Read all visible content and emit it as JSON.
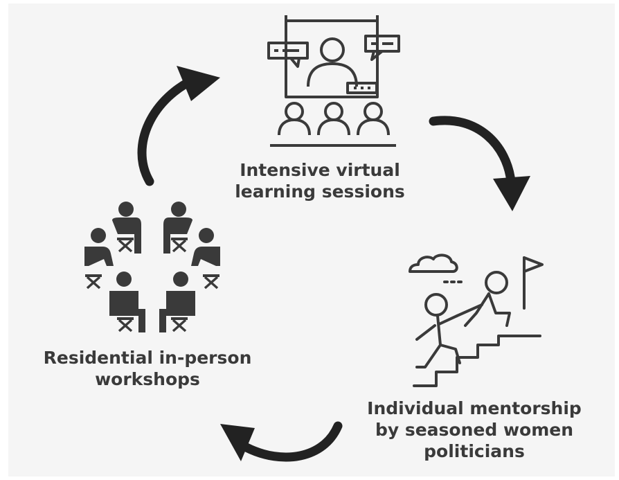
{
  "cycle": {
    "steps": [
      {
        "label_line1": "Intensive virtual",
        "label_line2": "learning sessions",
        "icon": "video-conference-icon"
      },
      {
        "label_line1": "Individual mentorship",
        "label_line2": "by seasoned women",
        "label_line3": "politicians",
        "icon": "climbing-help-icon"
      },
      {
        "label_line1": "Residential in-person",
        "label_line2": "workshops",
        "icon": "circle-of-people-icon"
      }
    ]
  },
  "colors": {
    "background": "#f5f5f5",
    "ink": "#3a3a3a",
    "arrow": "#222222"
  }
}
